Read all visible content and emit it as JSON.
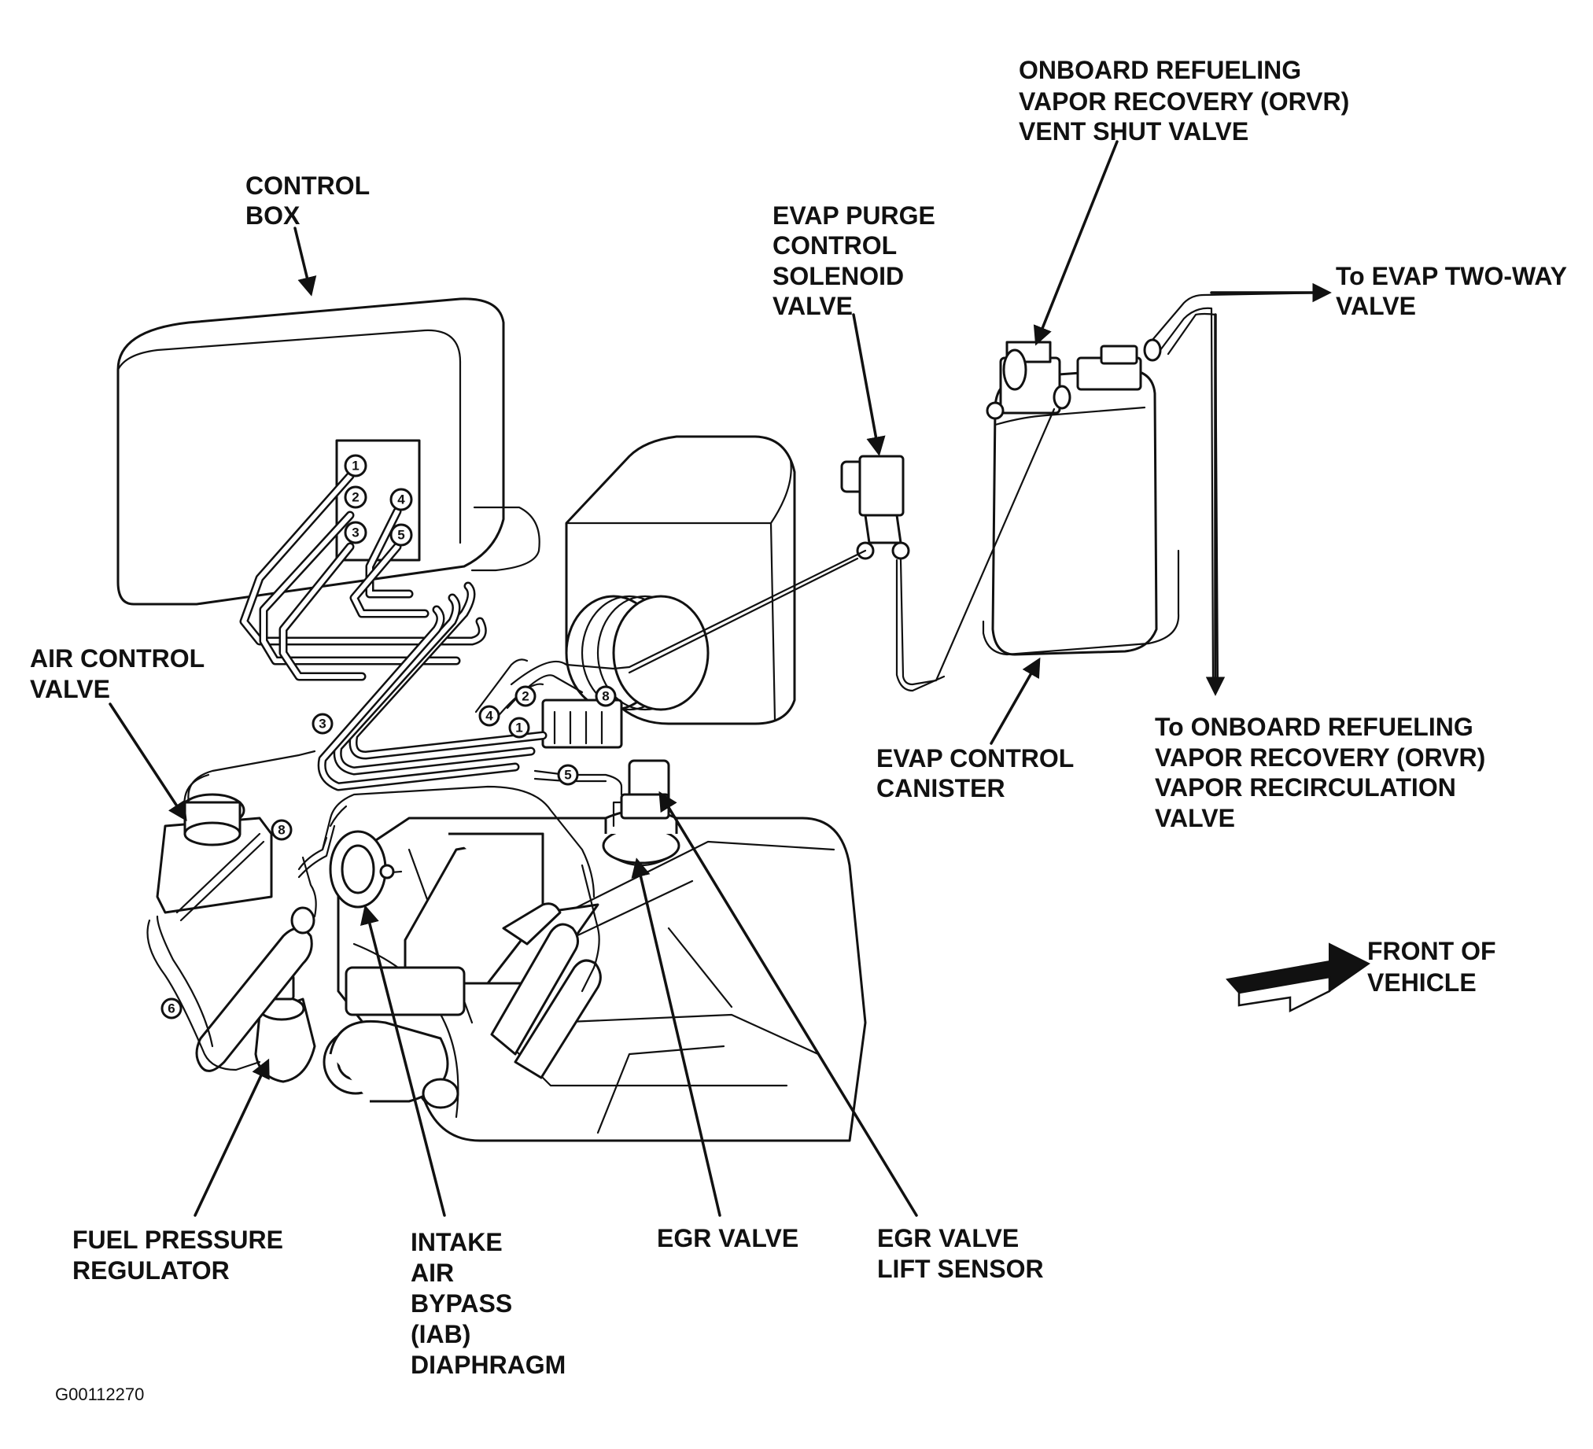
{
  "labels": {
    "control_box": [
      "CONTROL",
      "BOX"
    ],
    "orvr_vent_shut_valve": [
      "ONBOARD REFUELING",
      "VAPOR RECOVERY (ORVR)",
      "VENT SHUT VALVE"
    ],
    "evap_purge_solenoid": [
      "EVAP PURGE",
      "CONTROL",
      "SOLENOID",
      "VALVE"
    ],
    "to_evap_two_way": [
      "To EVAP TWO-WAY",
      "VALVE"
    ],
    "air_control_valve": [
      "AIR CONTROL",
      "VALVE"
    ],
    "evap_control_canister": [
      "EVAP CONTROL",
      "CANISTER"
    ],
    "to_orvr_recirculation": [
      "To ONBOARD REFUELING",
      "VAPOR RECOVERY (ORVR)",
      "VAPOR RECIRCULATION",
      "VALVE"
    ],
    "front_of_vehicle": [
      "FRONT OF",
      "VEHICLE"
    ],
    "fuel_pressure_regulator": [
      "FUEL PRESSURE",
      "REGULATOR"
    ],
    "iab_diaphragm": [
      "INTAKE",
      "AIR",
      "BYPASS",
      "(IAB)",
      "DIAPHRAGM"
    ],
    "egr_valve": [
      "EGR VALVE"
    ],
    "egr_lift_sensor": [
      "EGR VALVE",
      "LIFT SENSOR"
    ]
  },
  "port_numbers": {
    "box_1": "1",
    "box_2": "2",
    "box_3": "3",
    "box_4": "4",
    "box_5": "5",
    "hose_3": "3",
    "hose_4": "4",
    "hose_2": "2",
    "hose_1": "1",
    "hose_8_top": "8",
    "hose_5": "5",
    "hose_8_mid": "8",
    "hose_6": "6"
  },
  "figure_code": "G00112270"
}
